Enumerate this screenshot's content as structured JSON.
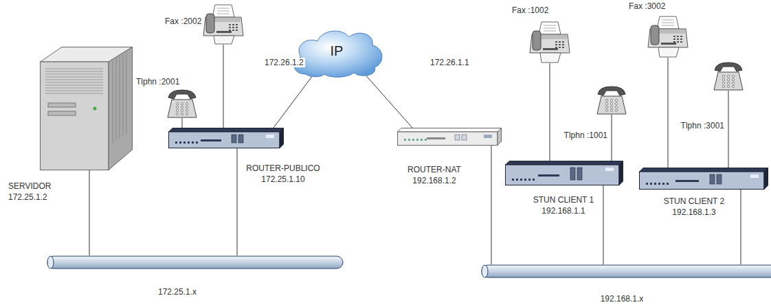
{
  "diagram": {
    "nodes": [
      {
        "text": [
          "Fax :2002"
        ]
      },
      {
        "text": [
          "Tlphn :2001"
        ]
      },
      {
        "text": [
          "SERVIDOR",
          "172.25.1.2"
        ]
      },
      {
        "text": [
          "ROUTER-PUBLICO",
          "172.25.1.10"
        ]
      },
      {
        "text": [
          "IP"
        ]
      },
      {
        "text": [
          "ROUTER-NAT",
          "192.168.1.2"
        ]
      },
      {
        "text": [
          "Fax :1002"
        ]
      },
      {
        "text": [
          "Tlphn :1001"
        ]
      },
      {
        "text": [
          "STUN CLIENT 1",
          "192.168.1.1"
        ]
      },
      {
        "text": [
          "Fax :3002"
        ]
      },
      {
        "text": [
          "Tlphn :3001"
        ]
      },
      {
        "text": [
          "STUN CLIENT 2",
          "192.168.1.3"
        ]
      },
      {
        "text": [
          "172.25.1.x"
        ]
      },
      {
        "text": [
          "192.168.1.x"
        ]
      }
    ],
    "edges": [
      {
        "from": 0,
        "to": 3,
        "arrow": "none"
      },
      {
        "from": 1,
        "to": 3,
        "arrow": "none"
      },
      {
        "from": 3,
        "to": 4,
        "label": "172.26.1.2",
        "arrow": "none"
      },
      {
        "from": 4,
        "to": 5,
        "label": "172.26.1.1",
        "arrow": "none"
      },
      {
        "from": 2,
        "to": 12,
        "arrow": "none"
      },
      {
        "from": 3,
        "to": 12,
        "arrow": "none"
      },
      {
        "from": 5,
        "to": 13,
        "arrow": "none"
      },
      {
        "from": 6,
        "to": 8,
        "arrow": "none"
      },
      {
        "from": 7,
        "to": 8,
        "arrow": "none"
      },
      {
        "from": 8,
        "to": 13,
        "arrow": "none"
      },
      {
        "from": 9,
        "to": 11,
        "arrow": "none"
      },
      {
        "from": 10,
        "to": 11,
        "arrow": "none"
      },
      {
        "from": 11,
        "to": 13,
        "arrow": "none"
      }
    ]
  }
}
